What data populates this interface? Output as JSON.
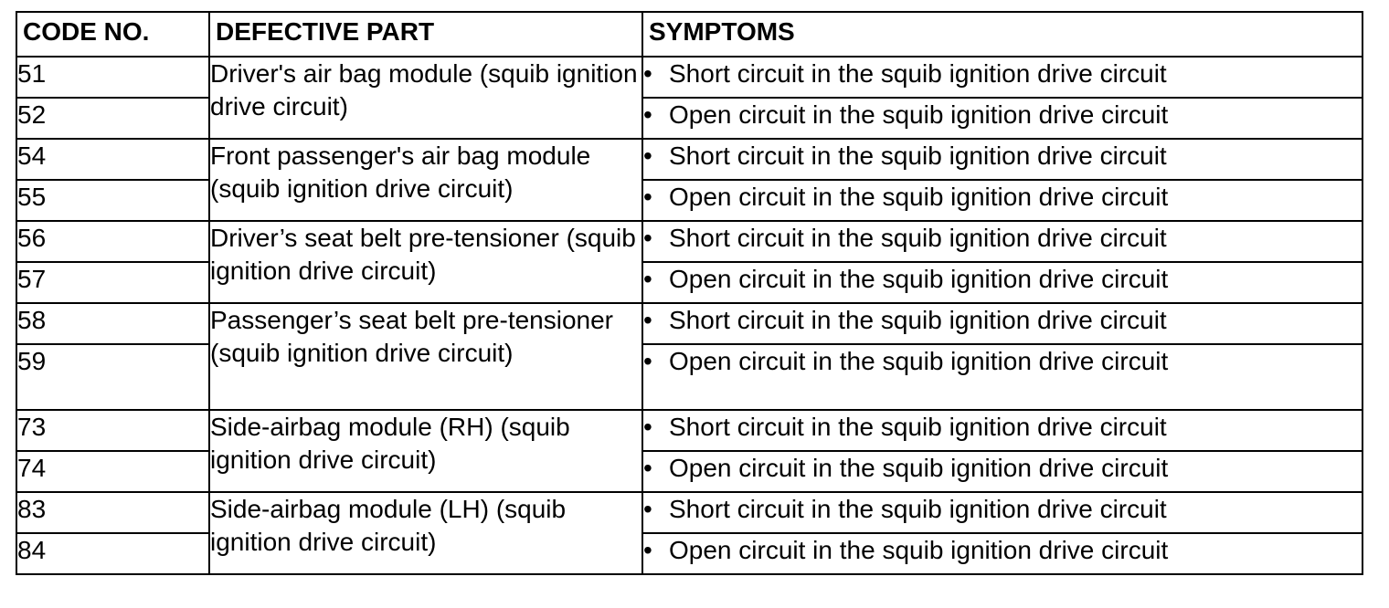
{
  "headers": {
    "code": "CODE NO.",
    "part": "DEFECTIVE PART",
    "symptoms": "SYMPTOMS"
  },
  "bullet": "•",
  "groups": [
    {
      "part": "Driver's air bag module (squib ignition drive circuit)",
      "rows": [
        {
          "code": "51",
          "symptom": "Short circuit in the squib ignition drive circuit"
        },
        {
          "code": "52",
          "symptom": "Open circuit in the squib ignition drive circuit"
        }
      ]
    },
    {
      "part": "Front passenger's air bag module (squib ignition drive circuit)",
      "rows": [
        {
          "code": "54",
          "symptom": "Short circuit in the squib ignition drive circuit"
        },
        {
          "code": "55",
          "symptom": "Open circuit in the squib ignition drive circuit"
        }
      ]
    },
    {
      "part": "Driver’s seat belt pre-tensioner (squib ignition drive circuit)",
      "rows": [
        {
          "code": "56",
          "symptom": "Short circuit in the squib ignition drive circuit"
        },
        {
          "code": "57",
          "symptom": "Open circuit in the squib ignition drive circuit"
        }
      ]
    },
    {
      "part": "Passenger’s seat belt pre-tensioner (squib ignition drive circuit)",
      "rows": [
        {
          "code": "58",
          "symptom": "Short circuit in the squib ignition drive circuit"
        },
        {
          "code": "59",
          "symptom": "Open circuit in the squib ignition drive circuit"
        }
      ]
    },
    {
      "part": "Side-airbag module (RH) (squib ignition drive circuit)",
      "rows": [
        {
          "code": "73",
          "symptom": "Short circuit in the squib ignition drive circuit"
        },
        {
          "code": "74",
          "symptom": "Open circuit in the squib ignition drive circuit"
        }
      ]
    },
    {
      "part": "Side-airbag module (LH) (squib ignition drive circuit)",
      "rows": [
        {
          "code": "83",
          "symptom": "Short circuit in the squib ignition drive circuit"
        },
        {
          "code": "84",
          "symptom": "Open circuit in the squib ignition drive circuit"
        }
      ]
    }
  ]
}
